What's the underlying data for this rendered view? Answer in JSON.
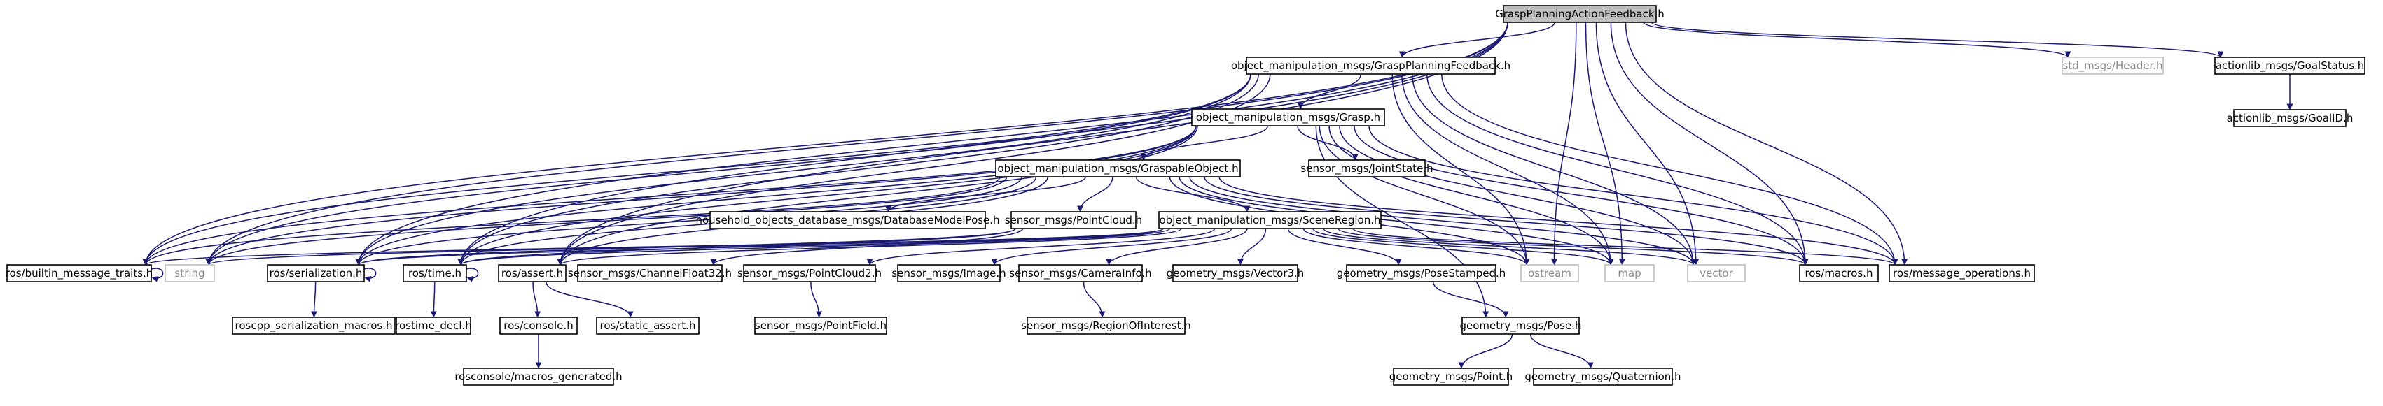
{
  "nodes": {
    "root": {
      "label": "GraspPlanningActionFeedback.h",
      "kind": "root"
    },
    "gpf": {
      "label": "object_manipulation_msgs/GraspPlanningFeedback.h",
      "kind": "normal"
    },
    "std_header": {
      "label": "std_msgs/Header.h",
      "kind": "external"
    },
    "goalstatus": {
      "label": "actionlib_msgs/GoalStatus.h",
      "kind": "normal"
    },
    "goalid": {
      "label": "actionlib_msgs/GoalID.h",
      "kind": "normal"
    },
    "grasp": {
      "label": "object_manipulation_msgs/Grasp.h",
      "kind": "normal"
    },
    "jointstate": {
      "label": "sensor_msgs/JointState.h",
      "kind": "normal"
    },
    "graspable": {
      "label": "object_manipulation_msgs/GraspableObject.h",
      "kind": "normal"
    },
    "dbmodel": {
      "label": "household_objects_database_msgs/DatabaseModelPose.h",
      "kind": "normal"
    },
    "pointcloud": {
      "label": "sensor_msgs/PointCloud.h",
      "kind": "normal"
    },
    "sceneregion": {
      "label": "object_manipulation_msgs/SceneRegion.h",
      "kind": "normal"
    },
    "traits": {
      "label": "ros/builtin_message_traits.h",
      "kind": "normal"
    },
    "string": {
      "label": "string",
      "kind": "external"
    },
    "serialization": {
      "label": "ros/serialization.h",
      "kind": "normal"
    },
    "time": {
      "label": "ros/time.h",
      "kind": "normal"
    },
    "assert": {
      "label": "ros/assert.h",
      "kind": "normal"
    },
    "chfloat": {
      "label": "sensor_msgs/ChannelFloat32.h",
      "kind": "normal"
    },
    "pc2": {
      "label": "sensor_msgs/PointCloud2.h",
      "kind": "normal"
    },
    "image": {
      "label": "sensor_msgs/Image.h",
      "kind": "normal"
    },
    "caminfo": {
      "label": "sensor_msgs/CameraInfo.h",
      "kind": "normal"
    },
    "vector3": {
      "label": "geometry_msgs/Vector3.h",
      "kind": "normal"
    },
    "posestamped": {
      "label": "geometry_msgs/PoseStamped.h",
      "kind": "normal"
    },
    "ostream": {
      "label": "ostream",
      "kind": "external"
    },
    "map": {
      "label": "map",
      "kind": "external"
    },
    "vector": {
      "label": "vector",
      "kind": "external"
    },
    "macros": {
      "label": "ros/macros.h",
      "kind": "normal"
    },
    "msgops": {
      "label": "ros/message_operations.h",
      "kind": "normal"
    },
    "sermacros": {
      "label": "roscpp_serialization_macros.h",
      "kind": "normal"
    },
    "timedecl": {
      "label": "rostime_decl.h",
      "kind": "normal"
    },
    "console": {
      "label": "ros/console.h",
      "kind": "normal"
    },
    "staticassert": {
      "label": "ros/static_assert.h",
      "kind": "normal"
    },
    "consolemacros": {
      "label": "rosconsole/macros_generated.h",
      "kind": "normal"
    },
    "pointfield": {
      "label": "sensor_msgs/PointField.h",
      "kind": "normal"
    },
    "roi": {
      "label": "sensor_msgs/RegionOfInterest.h",
      "kind": "normal"
    },
    "pose": {
      "label": "geometry_msgs/Pose.h",
      "kind": "normal"
    },
    "point": {
      "label": "geometry_msgs/Point.h",
      "kind": "normal"
    },
    "quaternion": {
      "label": "geometry_msgs/Quaternion.h",
      "kind": "normal"
    }
  },
  "edges": [
    [
      "root",
      "gpf"
    ],
    [
      "root",
      "std_header"
    ],
    [
      "root",
      "goalstatus"
    ],
    [
      "root",
      "traits"
    ],
    [
      "root",
      "string"
    ],
    [
      "root",
      "serialization"
    ],
    [
      "root",
      "time"
    ],
    [
      "root",
      "assert"
    ],
    [
      "root",
      "ostream"
    ],
    [
      "root",
      "map"
    ],
    [
      "root",
      "vector"
    ],
    [
      "root",
      "macros"
    ],
    [
      "root",
      "msgops"
    ],
    [
      "goalstatus",
      "goalid"
    ],
    [
      "gpf",
      "grasp"
    ],
    [
      "gpf",
      "traits"
    ],
    [
      "gpf",
      "string"
    ],
    [
      "gpf",
      "serialization"
    ],
    [
      "gpf",
      "time"
    ],
    [
      "gpf",
      "assert"
    ],
    [
      "gpf",
      "ostream"
    ],
    [
      "gpf",
      "map"
    ],
    [
      "gpf",
      "vector"
    ],
    [
      "gpf",
      "macros"
    ],
    [
      "gpf",
      "msgops"
    ],
    [
      "grasp",
      "jointstate"
    ],
    [
      "grasp",
      "graspable"
    ],
    [
      "grasp",
      "pose"
    ],
    [
      "grasp",
      "traits"
    ],
    [
      "grasp",
      "string"
    ],
    [
      "grasp",
      "serialization"
    ],
    [
      "grasp",
      "time"
    ],
    [
      "grasp",
      "assert"
    ],
    [
      "grasp",
      "ostream"
    ],
    [
      "grasp",
      "map"
    ],
    [
      "grasp",
      "vector"
    ],
    [
      "grasp",
      "macros"
    ],
    [
      "grasp",
      "msgops"
    ],
    [
      "graspable",
      "dbmodel"
    ],
    [
      "graspable",
      "pointcloud"
    ],
    [
      "graspable",
      "sceneregion"
    ],
    [
      "graspable",
      "traits"
    ],
    [
      "graspable",
      "string"
    ],
    [
      "graspable",
      "serialization"
    ],
    [
      "graspable",
      "time"
    ],
    [
      "graspable",
      "assert"
    ],
    [
      "graspable",
      "ostream"
    ],
    [
      "graspable",
      "map"
    ],
    [
      "graspable",
      "vector"
    ],
    [
      "graspable",
      "macros"
    ],
    [
      "graspable",
      "msgops"
    ],
    [
      "pointcloud",
      "chfloat"
    ],
    [
      "pointcloud",
      "time"
    ],
    [
      "pointcloud",
      "serialization"
    ],
    [
      "sceneregion",
      "pc2"
    ],
    [
      "sceneregion",
      "image"
    ],
    [
      "sceneregion",
      "caminfo"
    ],
    [
      "sceneregion",
      "vector3"
    ],
    [
      "sceneregion",
      "posestamped"
    ],
    [
      "sceneregion",
      "traits"
    ],
    [
      "sceneregion",
      "string"
    ],
    [
      "sceneregion",
      "serialization"
    ],
    [
      "sceneregion",
      "time"
    ],
    [
      "sceneregion",
      "assert"
    ],
    [
      "sceneregion",
      "ostream"
    ],
    [
      "sceneregion",
      "map"
    ],
    [
      "sceneregion",
      "vector"
    ],
    [
      "sceneregion",
      "macros"
    ],
    [
      "sceneregion",
      "msgops"
    ],
    [
      "traits",
      "traits"
    ],
    [
      "serialization",
      "serialization"
    ],
    [
      "time",
      "time"
    ],
    [
      "serialization",
      "sermacros"
    ],
    [
      "time",
      "timedecl"
    ],
    [
      "assert",
      "console"
    ],
    [
      "assert",
      "staticassert"
    ],
    [
      "console",
      "consolemacros"
    ],
    [
      "pc2",
      "pointfield"
    ],
    [
      "caminfo",
      "roi"
    ],
    [
      "posestamped",
      "pose"
    ],
    [
      "pose",
      "point"
    ],
    [
      "pose",
      "quaternion"
    ]
  ],
  "colors": {
    "edge": "#191970",
    "root_fill": "#bfbfbf",
    "node_border": "#000000",
    "external_border": "#bfbfbf",
    "external_text": "#8c8c8c"
  }
}
